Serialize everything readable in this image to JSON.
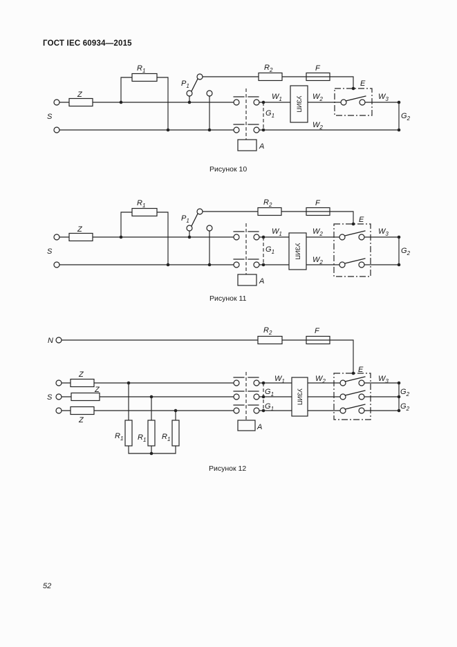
{
  "page": {
    "header": "ГОСТ IEC 60934—2015",
    "page_number": "52"
  },
  "labels": {
    "Z": {
      "b": "Z",
      "s": ""
    },
    "S": {
      "b": "S",
      "s": ""
    },
    "N": {
      "b": "N",
      "s": ""
    },
    "F": {
      "b": "F",
      "s": ""
    },
    "E": {
      "b": "E",
      "s": ""
    },
    "A": {
      "b": "A",
      "s": ""
    },
    "R1": {
      "b": "R",
      "s": "1"
    },
    "R2": {
      "b": "R",
      "s": "2"
    },
    "P1": {
      "b": "P",
      "s": "1"
    },
    "W1": {
      "b": "W",
      "s": "1"
    },
    "W2": {
      "b": "W",
      "s": "2"
    },
    "W3": {
      "b": "W",
      "s": "3"
    },
    "G1": {
      "b": "G",
      "s": "1"
    },
    "G2": {
      "b": "G",
      "s": "2"
    },
    "UZIP": {
      "b": "УЗИП",
      "s": ""
    }
  },
  "figures": [
    {
      "caption": "Рисунок 10"
    },
    {
      "caption": "Рисунок 11"
    },
    {
      "caption": "Рисунок 12"
    }
  ]
}
